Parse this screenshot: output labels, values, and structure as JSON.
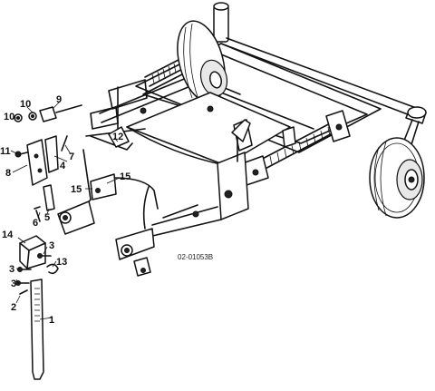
{
  "figure": {
    "part_number": "02-01053B",
    "callouts": [
      "1",
      "2",
      "3",
      "3",
      "3",
      "4",
      "5",
      "6",
      "7",
      "8",
      "9",
      "10",
      "10",
      "11",
      "12",
      "13",
      "14",
      "15",
      "15"
    ]
  }
}
